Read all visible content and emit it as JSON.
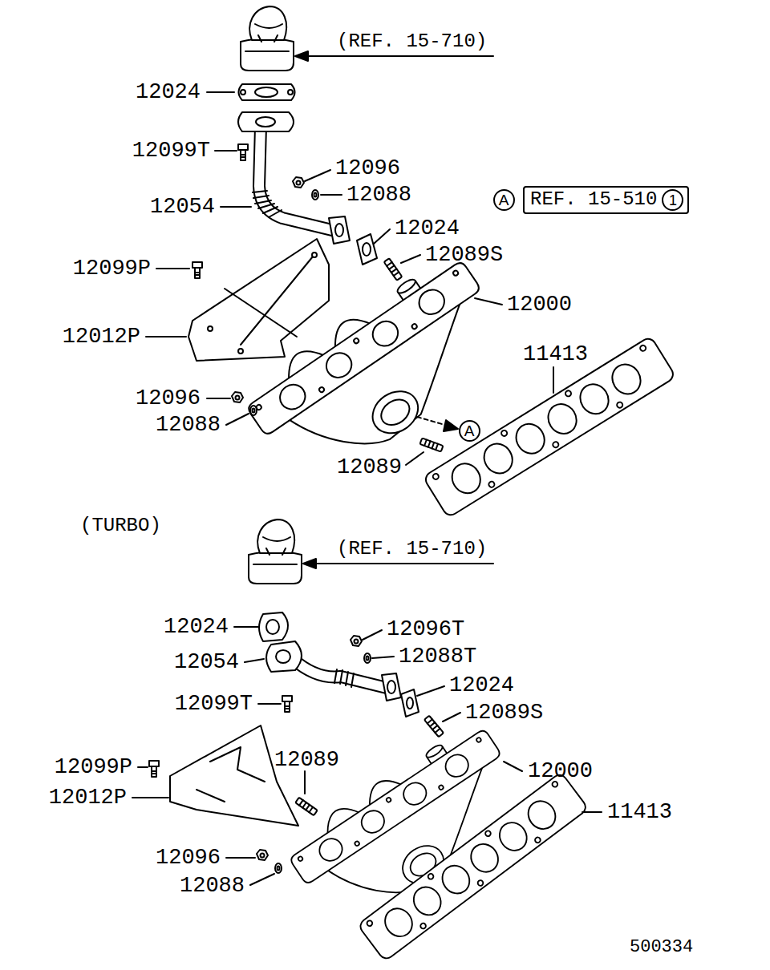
{
  "diagram": {
    "nodes": [
      {
        "text": [
          "A"
        ]
      },
      {
        "text": [
          "REF. 15-510"
        ]
      },
      {
        "text": [
          "1"
        ],
        "in": 1
      },
      {
        "text": [
          "A"
        ]
      }
    ],
    "labels": [
      "(REF. 15-710)",
      "12024",
      "12099T",
      "12096",
      "12054",
      "12088",
      "12024",
      "12089S",
      "12099P",
      "12000",
      "12012P",
      "11413",
      "12096",
      "12088",
      "12089",
      "(TURBO)",
      "(REF. 15-710)",
      "12024",
      "12096T",
      "12054",
      "12088T",
      "12024",
      "12099T",
      "12089S",
      "12089",
      "12099P",
      "12000",
      "12012P",
      "11413",
      "12096",
      "12088",
      "500334"
    ]
  }
}
